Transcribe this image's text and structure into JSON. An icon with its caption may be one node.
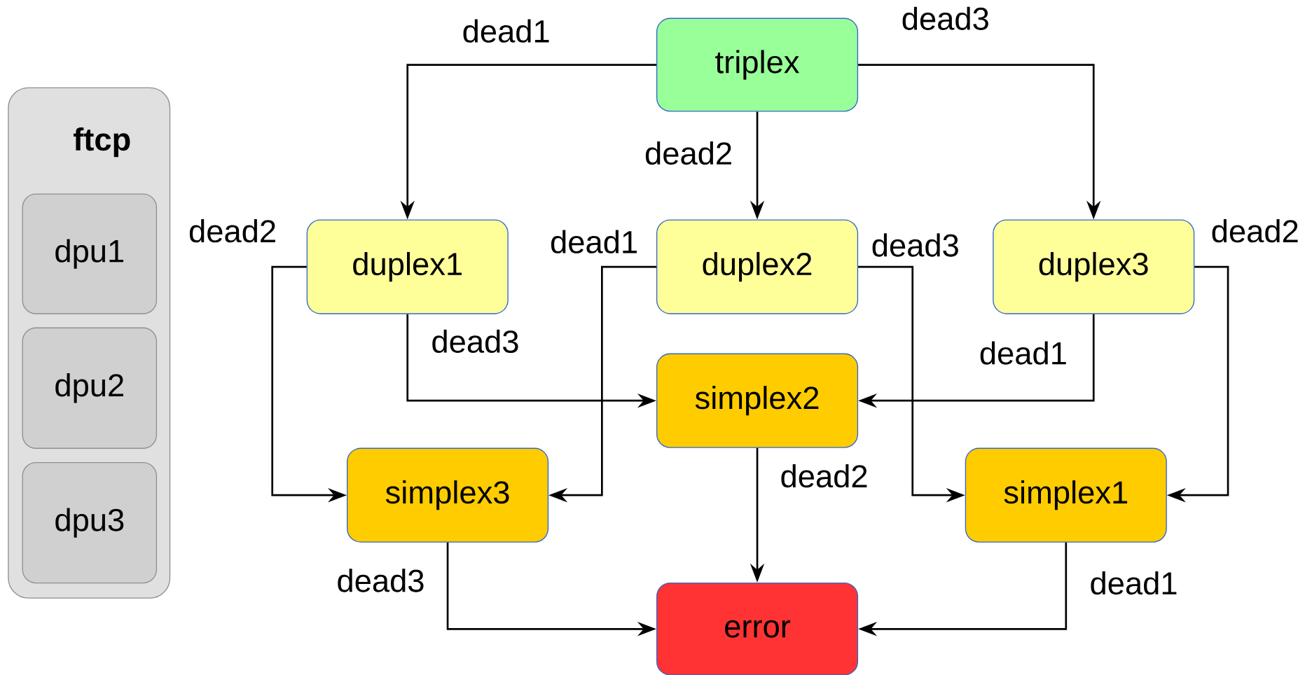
{
  "diagram": {
    "nodes": [
      {
        "text": [
          "ftcp"
        ]
      },
      {
        "text": [
          "dpu1"
        ],
        "in": 0
      },
      {
        "text": [
          "dpu2"
        ],
        "in": 0
      },
      {
        "text": [
          "dpu3"
        ],
        "in": 0
      },
      {
        "text": [
          "triplex"
        ]
      },
      {
        "text": [
          "duplex1"
        ]
      },
      {
        "text": [
          "duplex2"
        ]
      },
      {
        "text": [
          "duplex3"
        ]
      },
      {
        "text": [
          "simplex2"
        ]
      },
      {
        "text": [
          "simplex3"
        ]
      },
      {
        "text": [
          "simplex1"
        ]
      },
      {
        "text": [
          "error"
        ]
      }
    ],
    "edges": [
      {
        "from": 4,
        "to": 5,
        "arrow": "to",
        "label": "dead1"
      },
      {
        "from": 4,
        "to": 6,
        "arrow": "to",
        "label": "dead2"
      },
      {
        "from": 4,
        "to": 7,
        "arrow": "to",
        "label": "dead3"
      },
      {
        "from": 5,
        "to": 9,
        "arrow": "to",
        "label": "dead2"
      },
      {
        "from": 5,
        "to": 8,
        "arrow": "to",
        "label": "dead3"
      },
      {
        "from": 6,
        "to": 9,
        "arrow": "to",
        "label": "dead1"
      },
      {
        "from": 6,
        "to": 10,
        "arrow": "to",
        "label": "dead3"
      },
      {
        "from": 7,
        "to": 8,
        "arrow": "to",
        "label": "dead1"
      },
      {
        "from": 7,
        "to": 10,
        "arrow": "to",
        "label": "dead2"
      },
      {
        "from": 8,
        "to": 11,
        "arrow": "to",
        "label": "dead2"
      },
      {
        "from": 9,
        "to": 11,
        "arrow": "to",
        "label": "dead3"
      },
      {
        "from": 10,
        "to": 11,
        "arrow": "to",
        "label": "dead1"
      }
    ]
  }
}
